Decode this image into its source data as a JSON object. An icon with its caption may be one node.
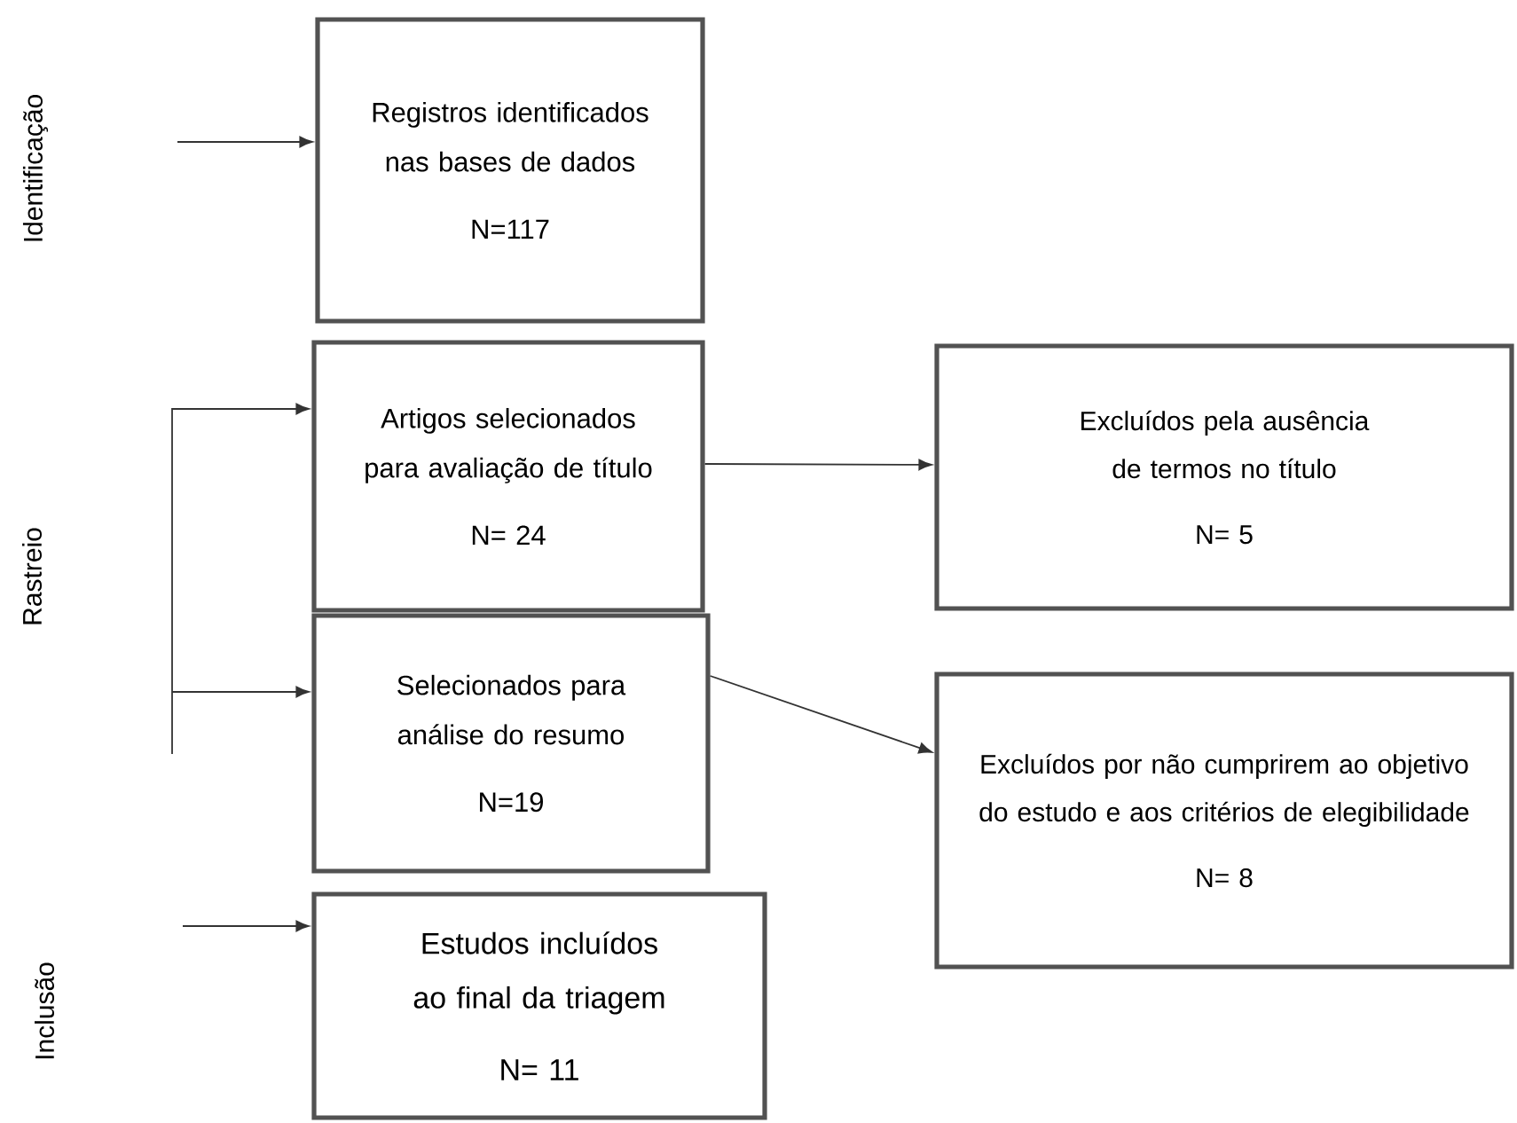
{
  "diagram": {
    "nodes": [
      {
        "text": [
          "Registros identificados nas bases de dados",
          "N=117"
        ]
      },
      {
        "text": [
          "Artigos selecionados para avaliação de título",
          "N= 24"
        ]
      },
      {
        "text": [
          "Excluídos pela ausência de termos no título",
          "N= 5"
        ]
      },
      {
        "text": [
          "Selecionados para análise do resumo",
          "N=19"
        ]
      },
      {
        "text": [
          "Excluídos por não cumprirem ao objetivo do estudo e aos critérios de elegibilidade",
          "N= 8"
        ]
      },
      {
        "text": [
          "Estudos incluídos ao final da triagem",
          "N= 11"
        ]
      }
    ],
    "edges": [
      {
        "from": null,
        "to": 0,
        "arrow": "to"
      },
      {
        "from": null,
        "to": 1,
        "arrow": "to"
      },
      {
        "from": null,
        "to": 3,
        "arrow": "to"
      },
      {
        "from": 1,
        "to": 2,
        "arrow": "to"
      },
      {
        "from": 3,
        "to": 4,
        "arrow": "to"
      },
      {
        "from": null,
        "to": 5,
        "arrow": "to"
      }
    ],
    "labels": [
      "Identificação",
      "Rastreio",
      "Inclusão"
    ]
  }
}
